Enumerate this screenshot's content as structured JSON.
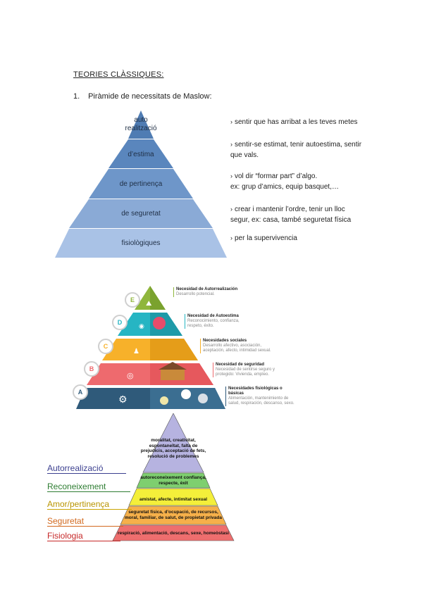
{
  "heading": "TEORIES CLÀSSIQUES:",
  "item": {
    "number": "1.",
    "title": "Piràmide de necessitats de Maslow:"
  },
  "pyramid1": {
    "levels": [
      "auto realització",
      "d’estima",
      "de pertinença",
      "de seguretat",
      "fisiològiques"
    ],
    "colors": [
      "#4f7cb3",
      "#5a86bd",
      "#6e96c9",
      "#8aaad6",
      "#a9c2e6"
    ]
  },
  "descriptions": [
    {
      "line1": "sentir que has arribat a les teves metes",
      "line2": ""
    },
    {
      "line1": "sentir-se estimat, tenir autoestima, sentir",
      "line2": "que vals."
    },
    {
      "line1": "vol dir “formar part” d’algo.",
      "line2": "ex: grup d’amics, equip basquet,…"
    },
    {
      "line1": "crear i mantenir l’ordre, tenir un lloc",
      "line2": "segur, ex: casa, també seguretat física"
    },
    {
      "line1": "per la supervivencia",
      "line2": ""
    }
  ],
  "arrow_glyph": "›",
  "pyramid2": {
    "letters": [
      "E",
      "D",
      "C",
      "B",
      "A"
    ],
    "titles": [
      "Necesidad de Autorrealización",
      "Necesidad de Autoestima",
      "Necesidades sociales",
      "Necesidad de seguridad",
      "Necesidades fisiológicas o básicas"
    ],
    "subs": [
      "Desarrollo potencial.",
      "Reconocimiento, confianza, respeto, éxito.",
      "Desarrollo afectivo, asociación, aceptación, afecto, intimidad sexual.",
      "Necesidad de sentirse seguro y protegido: Vivienda, empleo.",
      "Alimentación, mantenimiento de salud, respiración, descanso, sexo."
    ],
    "colors": [
      "#8fb63c",
      "#26b5c3",
      "#f7b12a",
      "#ee6a6e",
      "#2f5a7a"
    ]
  },
  "pyramid3": {
    "side_labels": [
      "Autorrealizació",
      "Reconeixement",
      "Amor/pertinença",
      "Seguretat",
      "Fisiologia"
    ],
    "side_colors": [
      "#3b3f8f",
      "#2e7d32",
      "#c9a400",
      "#d2691e",
      "#c62828"
    ],
    "band_texts": [
      "moralitat, creativitat, espontaneïtat, falta de prejudicis, acceptació de fets, resolució de problemes",
      "autoreconeixement confiança, respecte, èxit",
      "amistat, afecte, intimitat sexual",
      "seguretat física, d'ocupació, de recursos, moral, familiar, de salut, de propietat privada",
      "respiració, alimentació, descans, sexe, homeòstasi"
    ],
    "band_colors": [
      "#b6b3e0",
      "#7ecf6f",
      "#f4ef3a",
      "#f6b04a",
      "#ee6e6e"
    ]
  }
}
